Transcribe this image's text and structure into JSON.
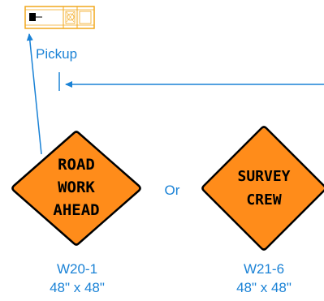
{
  "colors": {
    "line_blue": "#1a82d6",
    "label_blue": "#1a82d6",
    "sign_orange": "#ff8c1a",
    "sign_border": "#000000",
    "vehicle_outline": "#f2a71b"
  },
  "vehicle": {
    "icon": "pickup-truck-icon",
    "label": "Pickup"
  },
  "signs": [
    {
      "icon": "warning-diamond-icon",
      "lines": [
        "ROAD",
        "WORK",
        "AHEAD"
      ],
      "code": "W20-1",
      "size": "48\" x 48\""
    },
    {
      "icon": "warning-diamond-icon",
      "lines": [
        "SURVEY",
        "CREW"
      ],
      "code": "W21-6",
      "size": "48\" x 48\""
    }
  ],
  "separator_text": "Or"
}
